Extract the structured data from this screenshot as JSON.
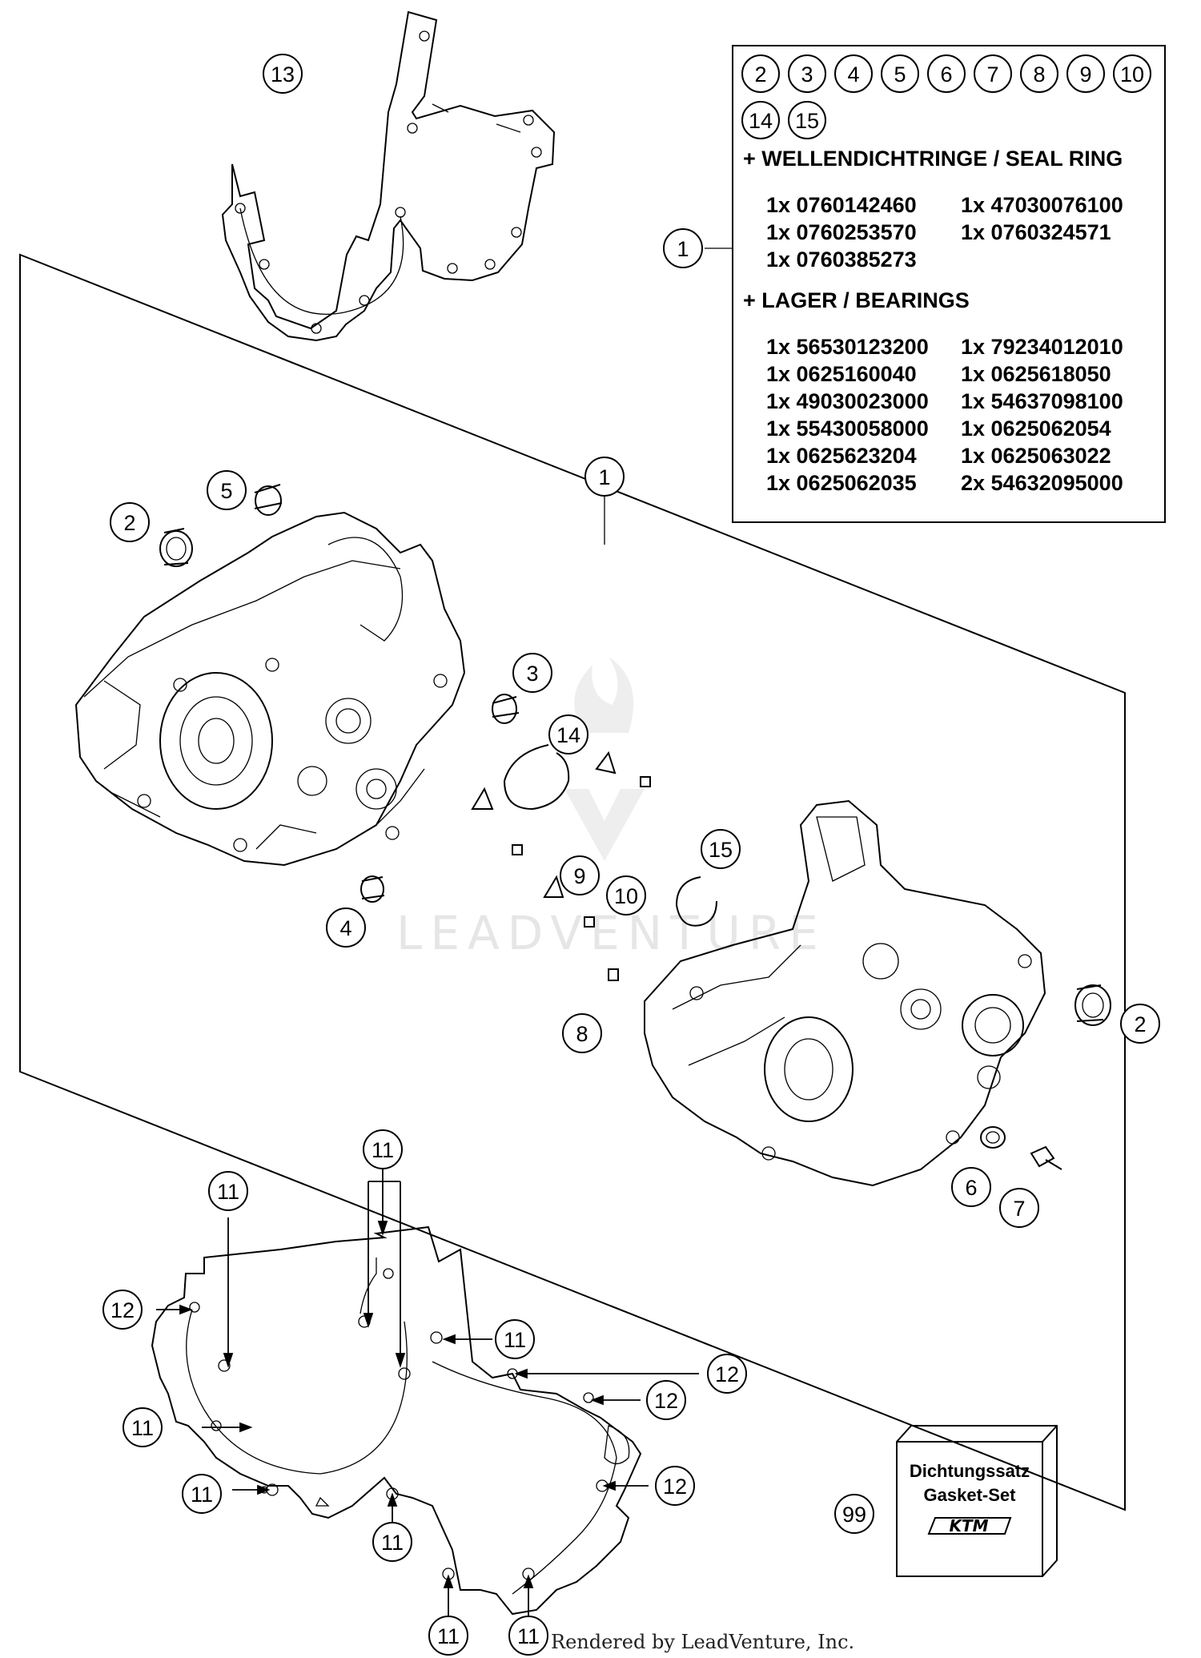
{
  "callouts": {
    "c13": "13",
    "c1_box": "1",
    "c1_diag": "1",
    "c2_left": "2",
    "c5": "5",
    "c3": "3",
    "c14": "14",
    "c15": "15",
    "c9": "9",
    "c10": "10",
    "c4": "4",
    "c8": "8",
    "c2_right": "2",
    "c6": "6",
    "c7": "7",
    "c99": "99"
  },
  "gasket_callouts": {
    "g11_top": "11",
    "g11_upper_left": "11",
    "g12_left": "12",
    "g11_right": "11",
    "g12_right_top": "12",
    "g12_right_mid": "12",
    "g11_left_mid": "11",
    "g12_right_low": "12",
    "g11_bottom_left": "11",
    "g11_center": "11",
    "g11_bottom1": "11",
    "g11_bottom2": "11"
  },
  "info_box": {
    "included_parts": [
      "2",
      "3",
      "4",
      "5",
      "6",
      "7",
      "8",
      "9",
      "10",
      "14",
      "15"
    ],
    "seal_header": "+ WELLENDICHTRINGE / SEAL RING",
    "seal_rows": [
      [
        "1x 0760142460",
        "1x 47030076100"
      ],
      [
        "1x 0760253570",
        "1x 0760324571"
      ],
      [
        "1x 0760385273",
        ""
      ]
    ],
    "bearing_header": "+ LAGER / BEARINGS",
    "bearing_rows": [
      [
        "1x 56530123200",
        "1x 79234012010"
      ],
      [
        "1x 0625160040",
        "1x 0625618050"
      ],
      [
        "1x 49030023000",
        "1x 54637098100"
      ],
      [
        "1x 55430058000",
        "1x 0625062054"
      ],
      [
        "1x 0625623204",
        "1x 0625063022"
      ],
      [
        "1x 0625062035",
        "2x 54632095000"
      ]
    ]
  },
  "gasket_kit": {
    "line1": "Dichtungssatz",
    "line2": "Gasket-Set",
    "brand": "KTM"
  },
  "watermark": "LEADVENTURE",
  "footer": "Rendered by LeadVenture, Inc."
}
